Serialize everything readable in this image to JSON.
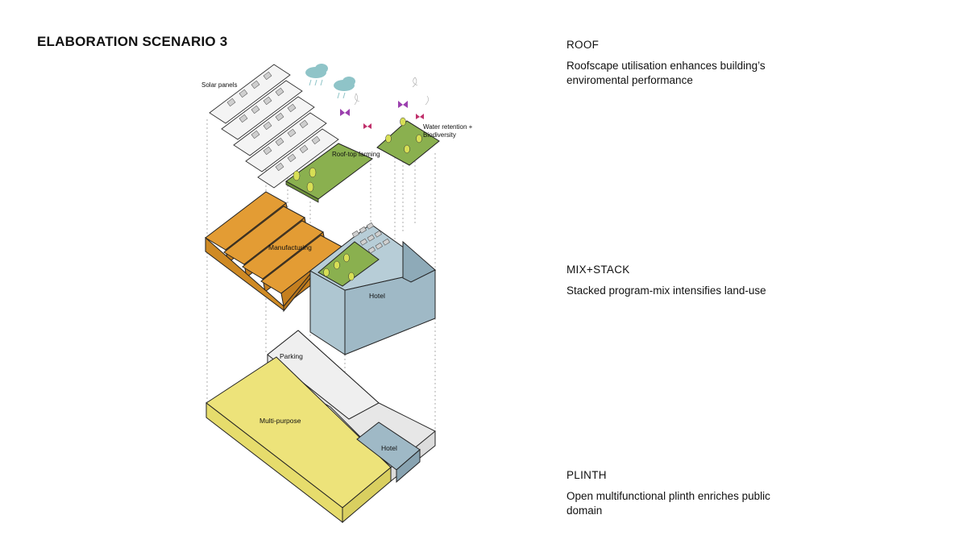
{
  "title": "ELABORATION SCENARIO 3",
  "layers": [
    {
      "heading": "ROOF",
      "description": "Roofscape utilisation enhances building’s enviromental performance"
    },
    {
      "heading": "MIX+STACK",
      "description": "Stacked program-mix intensifies land-use"
    },
    {
      "heading": "PLINTH",
      "description": "Open multifunctional plinth enriches public domain"
    }
  ],
  "diagram_labels": {
    "solar_panels": "Solar panels",
    "rooftop_farming": "Roof-top farming",
    "water_retention": "Water retention +",
    "biodiversity": "Biodiversity",
    "manufacturing": "Manufacturing",
    "hotel_upper": "Hotel",
    "parking": "Parking",
    "multipurpose": "Multi-purpose",
    "hotel_lower": "Hotel"
  },
  "colors": {
    "manufacturing": "#d8902a",
    "hotel": "#9fb9c6",
    "multipurpose": "#ede37a",
    "green_roof": "#8ab04f",
    "tree": "#d7df55",
    "cloud": "#8fc4c8",
    "butterfly": "#9b3fae"
  }
}
